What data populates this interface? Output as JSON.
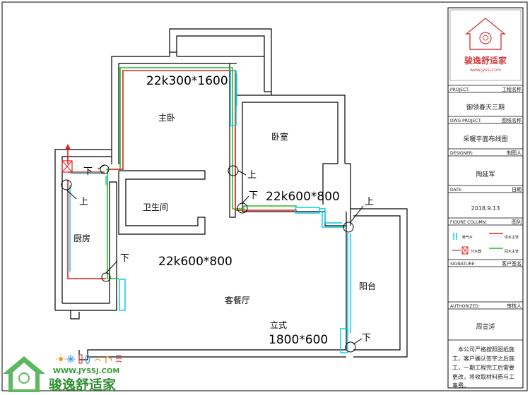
{
  "rooms": {
    "master_bedroom": "主卧",
    "bedroom": "卧室",
    "bathroom": "卫生间",
    "kitchen": "厨房",
    "living_dining": "客餐厅",
    "balcony": "阳台"
  },
  "radiators": {
    "master": "22k300*1600",
    "bedroom": "22k600*800",
    "living": "22k600*800",
    "vertical_label": "立式",
    "vertical_size": "1800*600"
  },
  "pipe_marks": {
    "up": "上",
    "down": "下"
  },
  "title_block": {
    "project_label": "PROJECT:",
    "project_cn": "工程名称",
    "project_value": "御领春天三期",
    "dwg_label": "DWG PROJECT:",
    "dwg_cn": "图纸名称",
    "dwg_value": "采暖平面布线图",
    "designer_label": "DESIGNER:",
    "designer_cn": "制图人",
    "designer_value": "陶延军",
    "date_label": "DATE:",
    "date_cn": "日期",
    "date_value": "2018.9.13",
    "legend_label": "FIGURE COLUMN:",
    "legend_cn": "图列",
    "legend_items": [
      "暖气片",
      "供水主管",
      "分水器",
      "回水主管"
    ],
    "signature_label": "SIGNATURE:",
    "signature_cn": "客户签名",
    "authorized_label": "AUTHORIZED:",
    "authorized_cn": "审核人",
    "authorized_value": "周宣适",
    "note": [
      "本公司严格按照图纸施",
      "工，客户确认签字之后施",
      "工，一期工程完工后需要",
      "更改，将收取材料费与工",
      "事费。"
    ]
  },
  "logo": {
    "brand_cn": "骏逸舒适家",
    "url": "www.jyssj.com",
    "wm_url": "WWW.JYSSJ.COM",
    "wm_name": "骏逸舒适家"
  },
  "colors": {
    "supply": "#e02020",
    "return": "#22c022",
    "radiator": "#00c8e0",
    "wall": "#000000",
    "brand_green": "#3a9a3a"
  }
}
